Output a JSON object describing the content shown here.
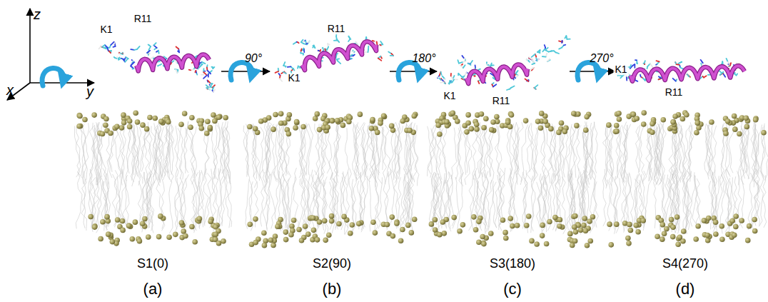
{
  "diagram": {
    "labels": [
      "z",
      "x",
      "y",
      "K1",
      "R11",
      "90°",
      "R11",
      "K1",
      "180°",
      "K1",
      "R11",
      "270°",
      "K1",
      "R11",
      "S1(0)",
      "S2(90)",
      "S3(180)",
      "S4(270)",
      "(a)",
      "(b)",
      "(c)",
      "(d)"
    ]
  }
}
